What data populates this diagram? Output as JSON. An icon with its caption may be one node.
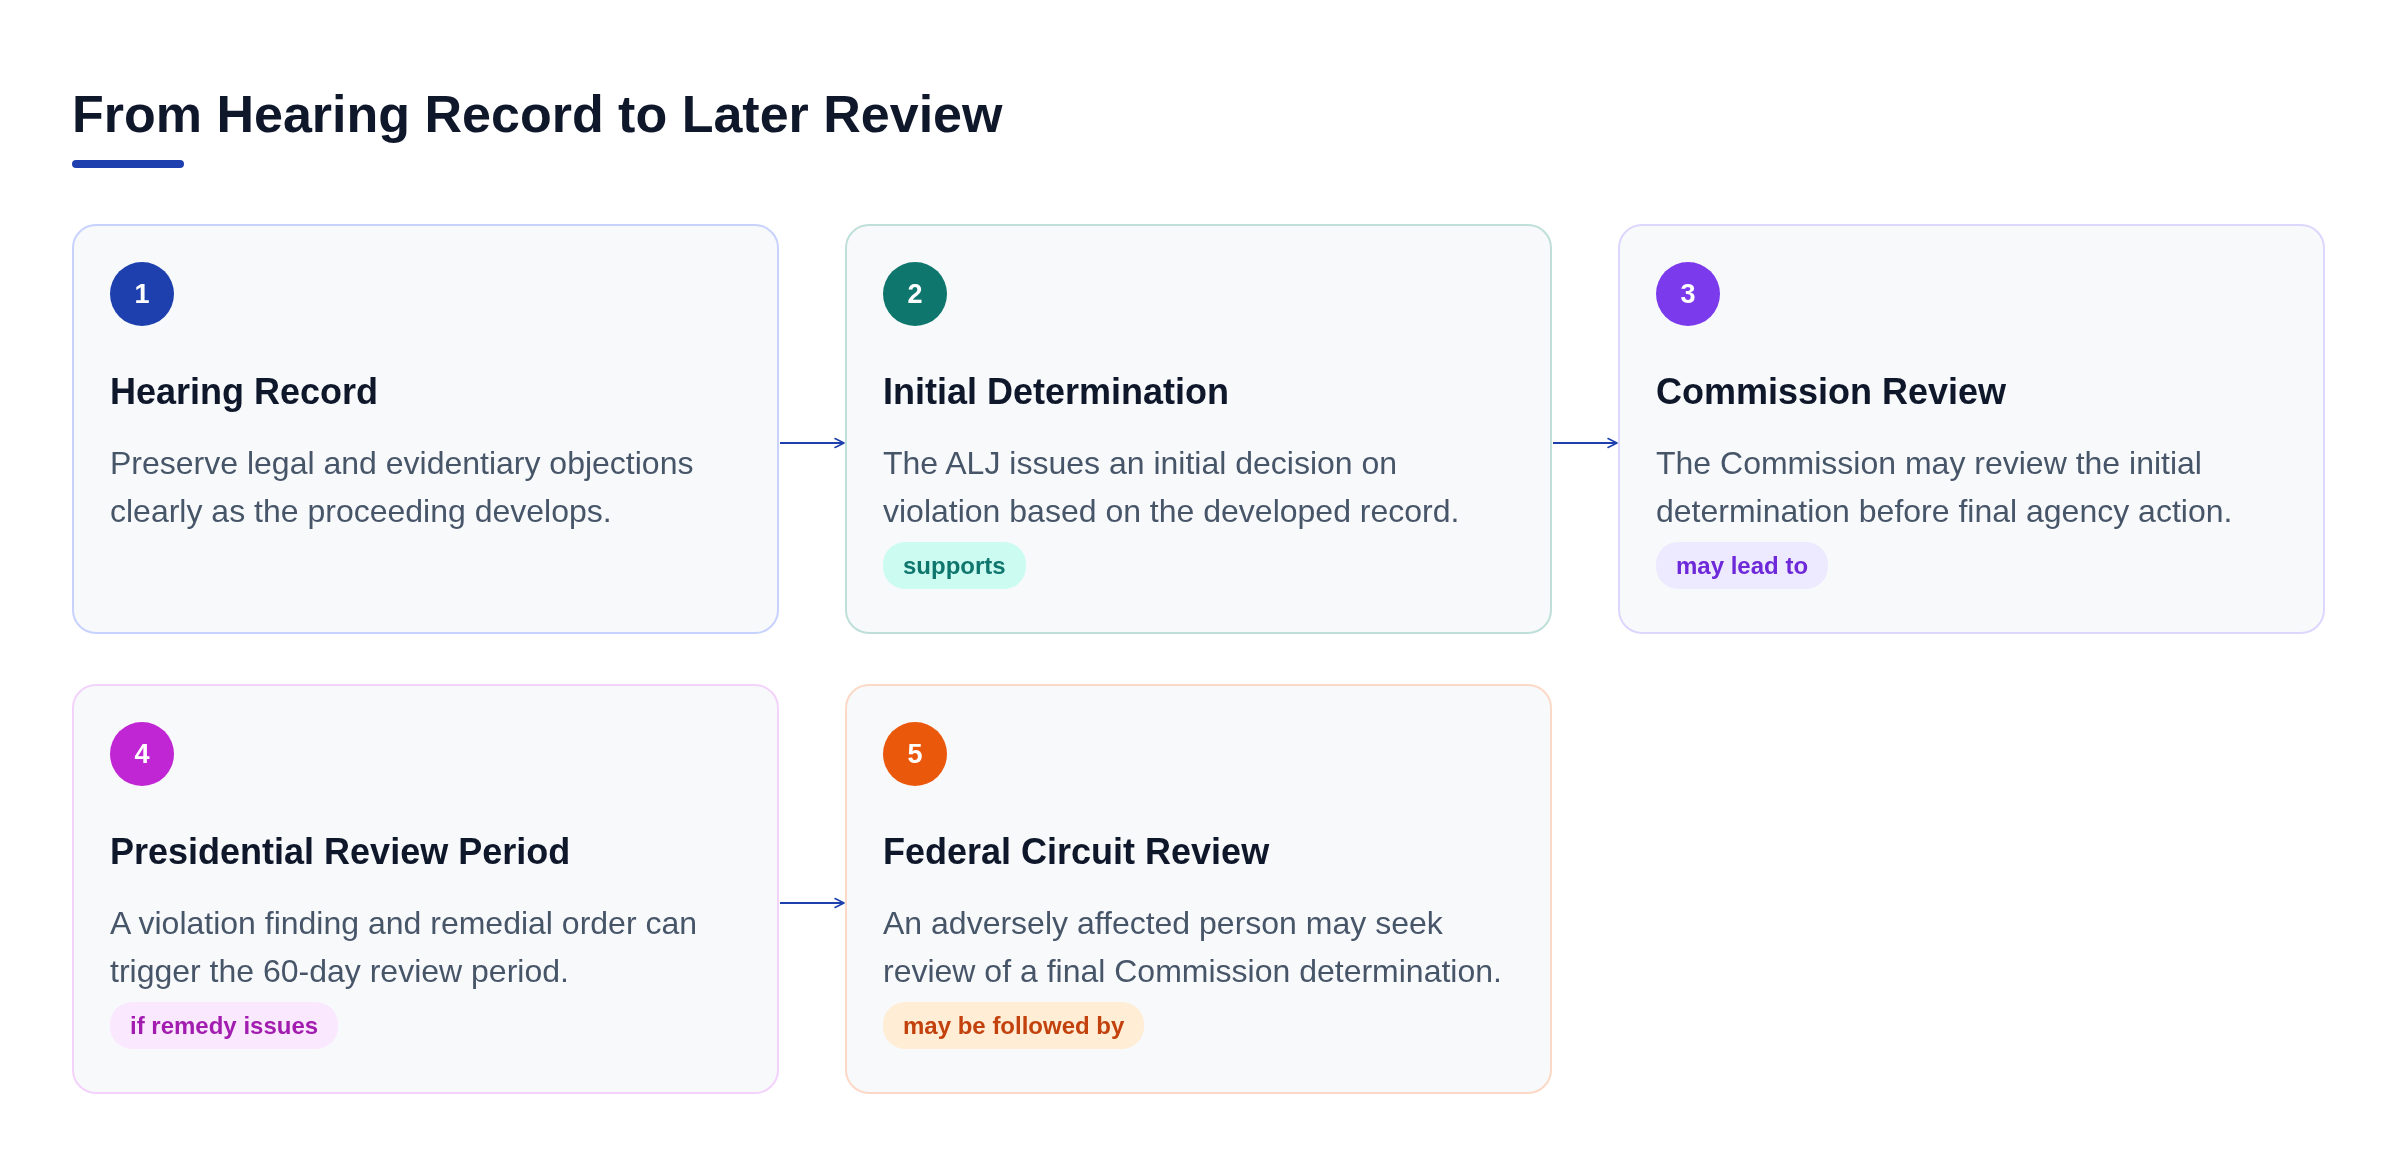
{
  "diagram": {
    "title": "From Hearing Record to Later Review",
    "nodes": [
      {
        "text": [
          "1",
          "Hearing Record",
          "Preserve legal and evidentiary objections clearly as the proceeding develops."
        ]
      },
      {
        "text": [
          "2",
          "Initial Determination",
          "The ALJ issues an initial decision on violation based on the developed record.",
          "supports"
        ]
      },
      {
        "text": [
          "3",
          "Commission Review",
          "The Commission may review the initial determination before final agency action.",
          "may lead to"
        ]
      },
      {
        "text": [
          "4",
          "Presidential Review Period",
          "A violation finding and remedial order can trigger the 60-day review period.",
          "if remedy issues"
        ]
      },
      {
        "text": [
          "5",
          "Federal Circuit Review",
          "An adversely affected person may seek review of a final Commission determination.",
          "may be followed by"
        ]
      }
    ],
    "edges": [
      {
        "from": 0,
        "to": 1,
        "arrow": "to"
      },
      {
        "from": 1,
        "to": 2,
        "arrow": "to"
      },
      {
        "from": 3,
        "to": 4,
        "arrow": "to"
      }
    ]
  }
}
